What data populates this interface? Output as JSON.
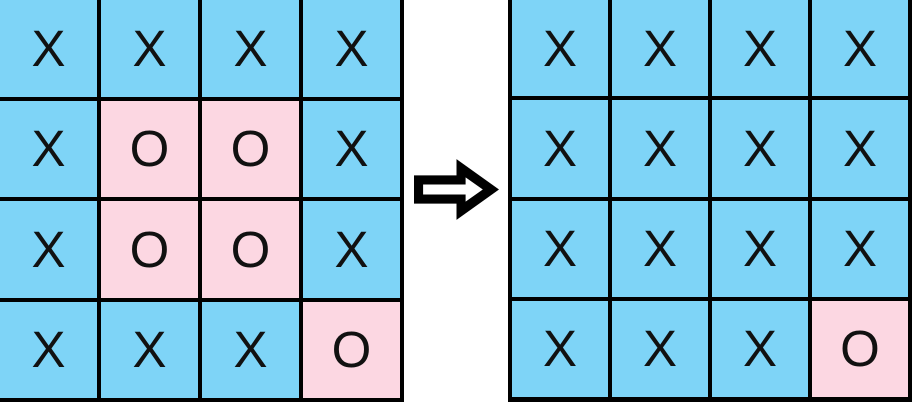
{
  "figure": {
    "description_symbols": [
      "X",
      "O"
    ],
    "arrow": {
      "glyph": "rightwards-white-arrow",
      "direction": "right"
    }
  },
  "colors": {
    "x_cell": "#7ed4f7",
    "o_cell": "#fcd7e2",
    "grid_line": "#000000",
    "symbol": "#111111",
    "background": "#ffffff",
    "arrow_fill": "#ffffff",
    "arrow_outline": "#000000"
  },
  "grids": {
    "input": {
      "rows": [
        [
          "X",
          "X",
          "X",
          "X"
        ],
        [
          "X",
          "O",
          "O",
          "X"
        ],
        [
          "X",
          "O",
          "O",
          "X"
        ],
        [
          "X",
          "X",
          "X",
          "O"
        ]
      ]
    },
    "output": {
      "rows": [
        [
          "X",
          "X",
          "X",
          "X"
        ],
        [
          "X",
          "X",
          "X",
          "X"
        ],
        [
          "X",
          "X",
          "X",
          "X"
        ],
        [
          "X",
          "X",
          "X",
          "O"
        ]
      ]
    }
  }
}
